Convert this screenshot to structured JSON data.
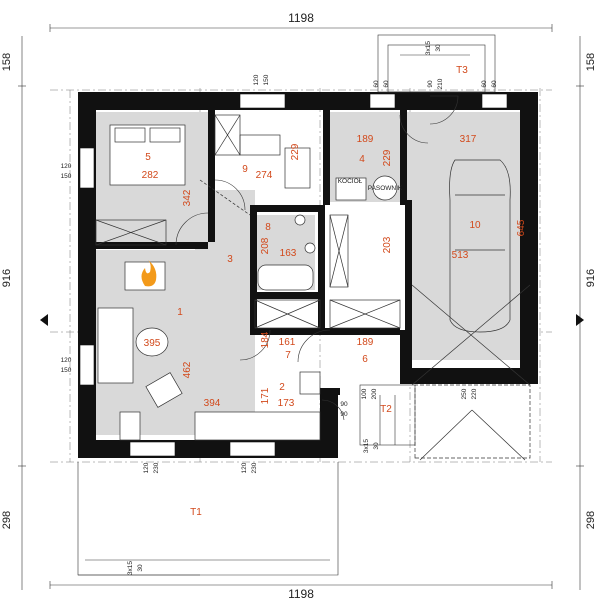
{
  "dimensions": {
    "top_width": "1198",
    "bottom_width": "1198",
    "left_top": "158",
    "right_top": "158",
    "left_mid": "916",
    "right_mid": "916",
    "left_bottom": "298",
    "right_bottom": "298"
  },
  "rooms": [
    {
      "id": "room-1",
      "num": "1",
      "dims": [
        "395",
        "462",
        "394"
      ]
    },
    {
      "id": "room-2",
      "num": "2",
      "dims": [
        "171",
        "173"
      ]
    },
    {
      "id": "room-3",
      "num": "3",
      "dims": []
    },
    {
      "id": "room-4",
      "num": "4",
      "dims": [
        "189",
        "229",
        "203"
      ]
    },
    {
      "id": "room-5",
      "num": "5",
      "dims": [
        "282",
        "342"
      ]
    },
    {
      "id": "room-6",
      "num": "6",
      "dims": [
        "189"
      ]
    },
    {
      "id": "room-7",
      "num": "7",
      "dims": [
        "161",
        "184"
      ]
    },
    {
      "id": "room-8",
      "num": "8",
      "dims": [
        "163",
        "208"
      ]
    },
    {
      "id": "room-9",
      "num": "9",
      "dims": [
        "274",
        "229"
      ]
    },
    {
      "id": "room-10",
      "num": "10",
      "dims": [
        "317",
        "645",
        "513"
      ]
    }
  ],
  "terraces": [
    "T1",
    "T2",
    "T3"
  ],
  "appliance_labels": [
    "KOCIOŁ",
    "PASOWNIK"
  ],
  "openings": {
    "west_top": [
      "120",
      "150"
    ],
    "west_bottom": [
      "120",
      "150"
    ],
    "north_window": [
      "120",
      "150"
    ],
    "north_bath": [
      "60",
      "60"
    ],
    "north_entry": [
      "90",
      "210"
    ],
    "north_garage": [
      "60",
      "60"
    ],
    "south_left": [
      "120",
      "230"
    ],
    "south_right": [
      "120",
      "230"
    ],
    "east_door": [
      "100",
      "200"
    ],
    "east_door2": [
      "90",
      "90"
    ],
    "garage_gate": [
      "250",
      "220"
    ]
  },
  "stairs": {
    "north": [
      "3x15",
      "30"
    ],
    "east": [
      "3x15",
      "30"
    ],
    "south": [
      "3x15",
      "30"
    ]
  }
}
